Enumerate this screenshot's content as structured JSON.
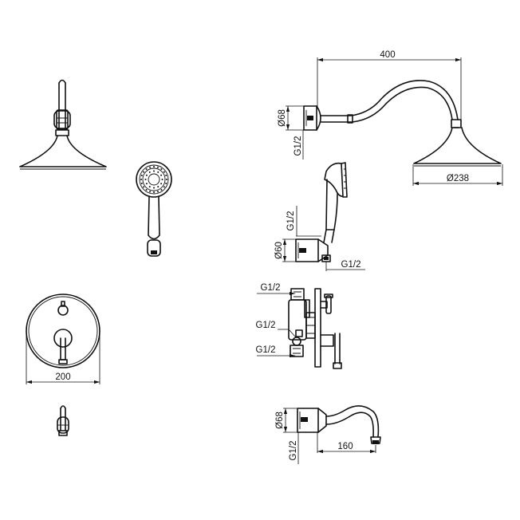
{
  "dimensions": {
    "arm_length": "400",
    "wall_flange_dia": "Ø68",
    "arm_thread": "G1/2",
    "head_dia": "Ø238",
    "hand_thread_top": "G1/2",
    "hand_flange_dia": "Ø60",
    "hand_outlet_thread": "G1/2",
    "valve_top_thread": "G1/2",
    "valve_mid_thread": "G1/2",
    "valve_bottom_thread": "G1/2",
    "plate_width": "200",
    "spout_flange_dia": "Ø68",
    "spout_thread": "G1/2",
    "spout_length": "160"
  }
}
